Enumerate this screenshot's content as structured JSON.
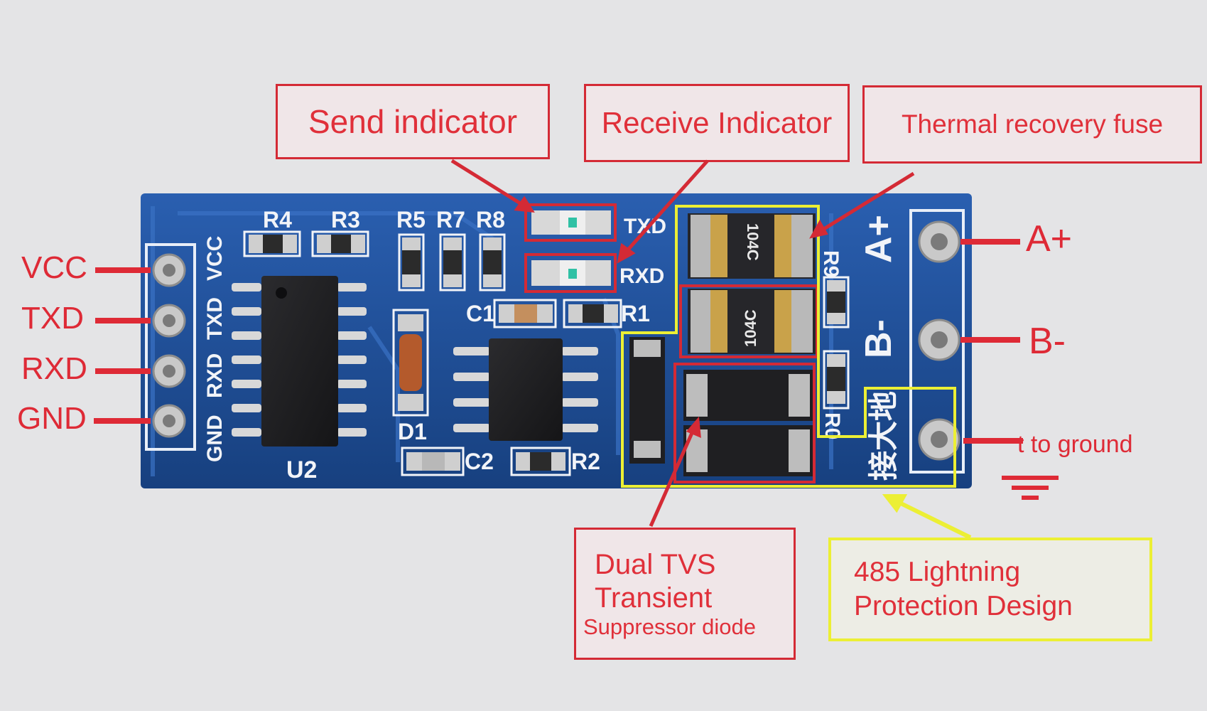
{
  "callouts": {
    "send": "Send indicator",
    "receive": "Receive Indicator",
    "fuse": "Thermal recovery fuse",
    "tvs_line1": "Dual TVS",
    "tvs_line2": "Transient",
    "tvs_line3": "Suppressor diode",
    "lightning_line1": "485 Lightning",
    "lightning_line2": "Protection Design"
  },
  "pins": {
    "vcc": "VCC",
    "txd": "TXD",
    "rxd": "RXD",
    "gnd": "GND"
  },
  "terminals": {
    "a_plus": "A+",
    "b_minus": "B-",
    "ground": "t to ground"
  },
  "silkscreen": {
    "vcc": "VCC",
    "txd": "TXD",
    "rxd": "RXD",
    "gnd": "GND",
    "r4": "R4",
    "r3": "R3",
    "r5": "R5",
    "r7": "R7",
    "r8": "R8",
    "r1": "R1",
    "r2": "R2",
    "r9": "R9",
    "r0": "R0",
    "c1": "C1",
    "c2": "C2",
    "d1": "D1",
    "u2": "U2",
    "txd_led": "TXD",
    "rxd_led": "RXD",
    "a_plus": "A+",
    "b_minus": "B-",
    "ground_cn": "接大地",
    "fuse_code": "104C"
  },
  "colors": {
    "background": "#e4e4e6",
    "pcb": "#1d4f9a",
    "callout_red": "#d42a35",
    "callout_yellow": "#ecef34",
    "label_red": "#de2a36"
  }
}
